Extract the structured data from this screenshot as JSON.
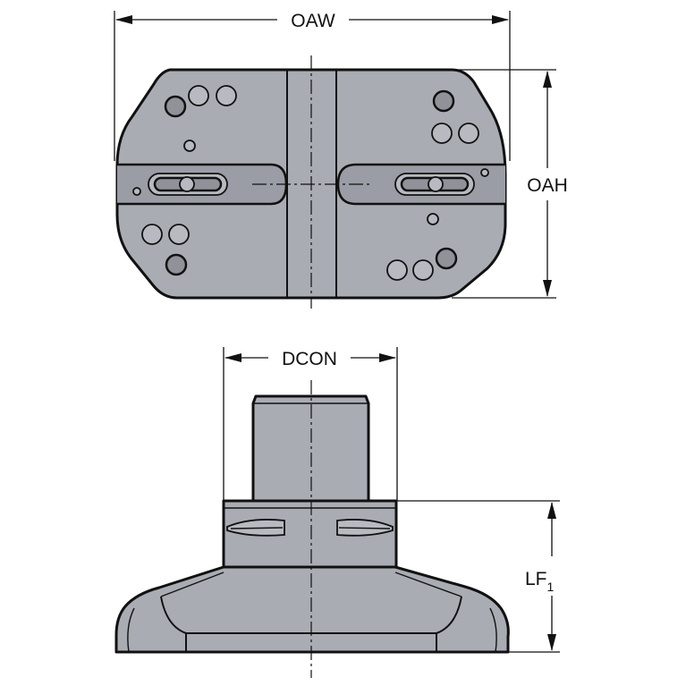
{
  "dimensions": {
    "oaw": "OAW",
    "oah": "OAH",
    "dcon": "DCON",
    "lf_main": "LF",
    "lf_sub": "1"
  },
  "colors": {
    "body": "#a9acb3",
    "line": "#111111",
    "background": "#ffffff"
  }
}
